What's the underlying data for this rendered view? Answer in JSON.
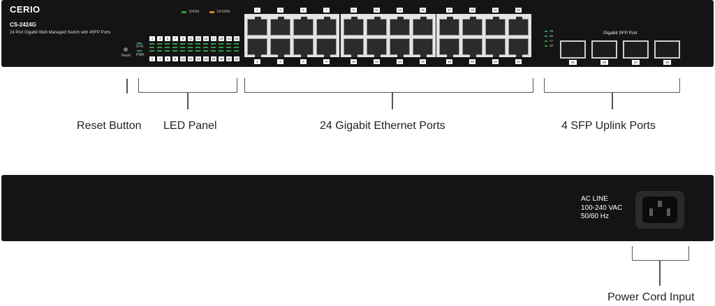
{
  "front": {
    "brand": "CERIO",
    "model": "CS-2424G",
    "description": "24 Port Gigabit Web Managed Switch with 4SFP Ports",
    "legend": {
      "speed1000": "1000M",
      "speed10_100": "10/100M",
      "color1000": "#2f9a45",
      "color10_100": "#d9822b"
    },
    "reset_label": "Reset",
    "sys_label": "SYS",
    "pwr_label": "PWR",
    "led_top_numbers": [
      "1",
      "3",
      "5",
      "7",
      "9",
      "11",
      "13",
      "15",
      "17",
      "19",
      "21",
      "23"
    ],
    "led_bottom_numbers": [
      "2",
      "4",
      "6",
      "8",
      "10",
      "12",
      "14",
      "16",
      "18",
      "20",
      "22",
      "24"
    ],
    "sfp_led_labels": [
      "25",
      "26",
      "27",
      "28"
    ],
    "port_top_numbers": [
      "1",
      "3",
      "5",
      "7",
      "9",
      "11",
      "13",
      "15",
      "17",
      "19",
      "21",
      "23"
    ],
    "port_bottom_numbers": [
      "2",
      "4",
      "6",
      "8",
      "10",
      "12",
      "14",
      "16",
      "18",
      "20",
      "22",
      "24"
    ],
    "sfp_title": "Gigabit SFP Port",
    "sfp_numbers": [
      "25",
      "26",
      "27",
      "28"
    ]
  },
  "callouts": {
    "reset": "Reset Button",
    "led": "LED Panel",
    "ports": "24 Gigabit Ethernet Ports",
    "sfp": "4 SFP Uplink Ports",
    "power": "Power Cord Input"
  },
  "rear": {
    "ac_line1": "AC LINE",
    "ac_line2": "100-240 VAC",
    "ac_line3": "50/60 Hz"
  }
}
